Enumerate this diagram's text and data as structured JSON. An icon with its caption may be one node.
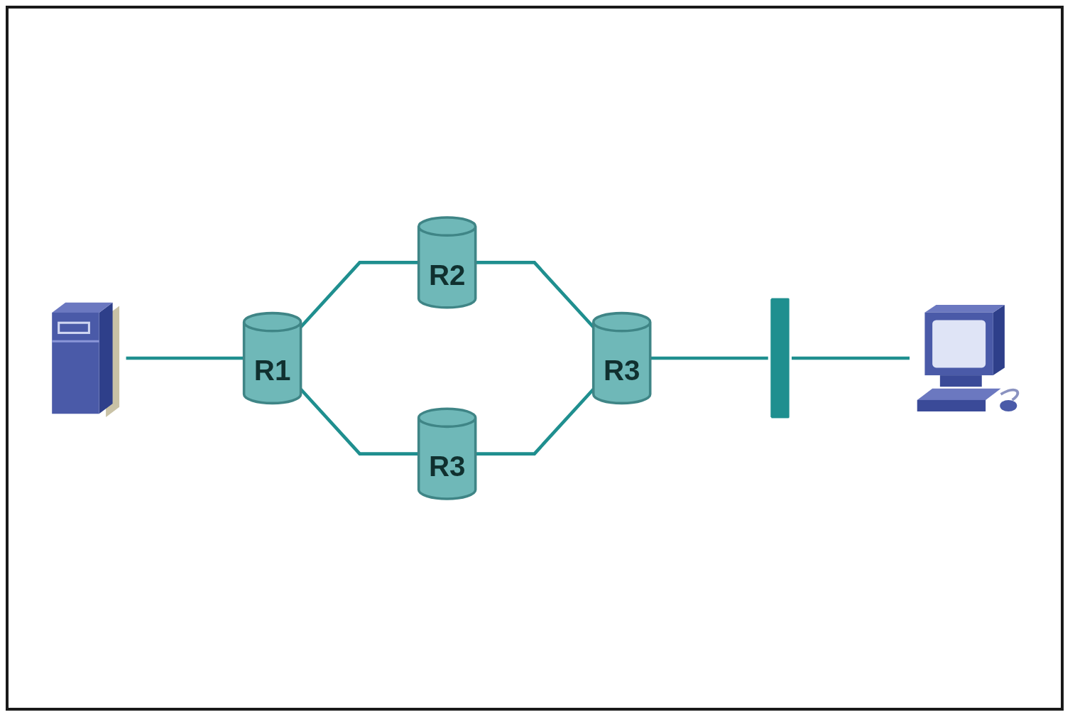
{
  "diagram": {
    "nodes": [
      {
        "text": [],
        "shape": "picture"
      },
      {
        "text": [
          "R1"
        ]
      },
      {
        "text": [
          "R2"
        ]
      },
      {
        "text": [
          "R3"
        ]
      },
      {
        "text": [
          "R3"
        ]
      },
      {
        "text": [],
        "shape": "bar"
      },
      {
        "text": [],
        "shape": "picture"
      }
    ],
    "edges": [
      {
        "from": 0,
        "to": 1,
        "arrow": "none"
      },
      {
        "from": 1,
        "to": 2,
        "arrow": "none"
      },
      {
        "from": 1,
        "to": 3,
        "arrow": "none"
      },
      {
        "from": 2,
        "to": 4,
        "arrow": "none"
      },
      {
        "from": 3,
        "to": 4,
        "arrow": "none"
      },
      {
        "from": 4,
        "to": 5,
        "arrow": "none"
      },
      {
        "from": 5,
        "to": 6,
        "arrow": "none"
      }
    ]
  }
}
